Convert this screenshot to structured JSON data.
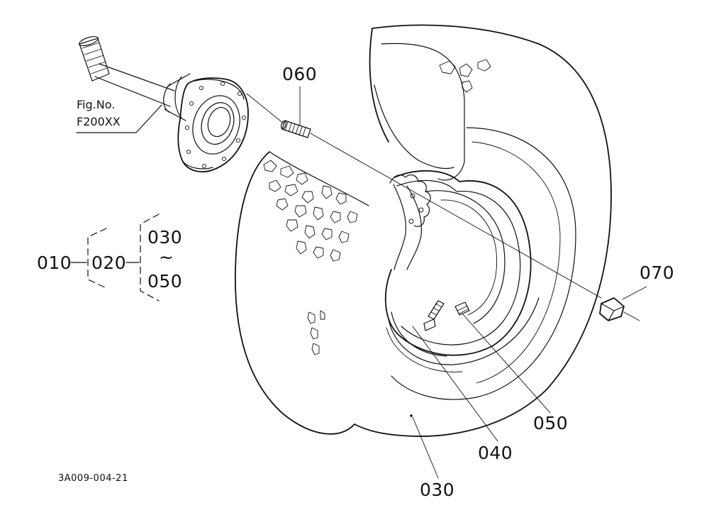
{
  "labels": {
    "p010": "010",
    "p020": "020",
    "p030_bracket": "030",
    "p050_bracket": "050",
    "tilde": "~",
    "p060": "060",
    "p070": "070",
    "p030_tire": "030",
    "p040": "040",
    "p050_tube": "050",
    "fig_label": "Fig.No.",
    "fig_number": "F200XX",
    "drawing_code": "3A009-004-21"
  }
}
